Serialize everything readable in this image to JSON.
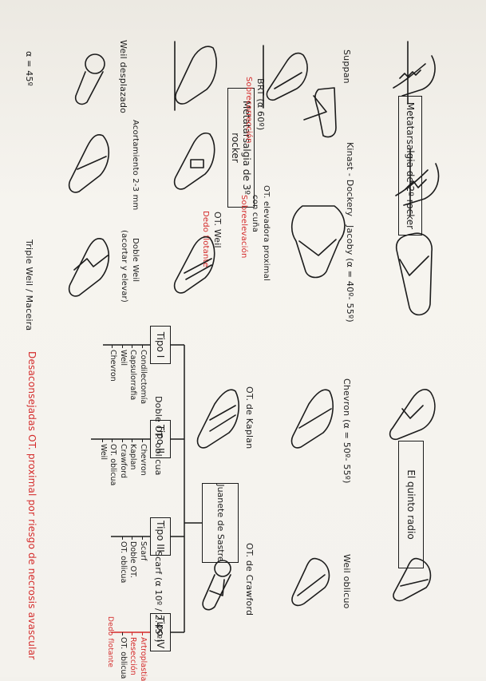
{
  "titles": {
    "second_rocker": "Metatarsalgia de 2º rocker",
    "third_rocker": "Metatarsalgia de 3º rocker",
    "fifth_ray": "El quinto radio",
    "sastre": "Juanete de Sastre"
  },
  "second_rocker": {
    "suppan": "Suppan",
    "kinast": "Kinast - Dockery",
    "jacoby": "Jacoby (α = 40º- 55º)",
    "brt": "BRT (α 60º)",
    "brt_note": "Sobrecorrección",
    "elev": "OT. elevadora proximal",
    "elev_2": "con cuña",
    "elev_note": "Sobreelevación"
  },
  "third_rocker": {
    "weil_displaced": "Weil desplazado",
    "weil": "OT. Weil",
    "weil_note": "Dedo flotante",
    "shortening": "Acortamiento 2-3 mm",
    "double_weil": "Doble Weil",
    "double_weil_2": "(acortar y elevar)",
    "alpha": "α = 45º",
    "triple_weil": "Triple Weil / Maceira"
  },
  "fifth_ray": {
    "chevron": "Chevron (α = 50º- 55º)",
    "weil_oblique": "Weil oblicuo",
    "kaplan": "OT. de Kaplan",
    "crawford": "OT. de Crawford",
    "double_oblique": "Doble OT. oblicua",
    "scarf": "Scarf (α 10º / 2.45º)"
  },
  "types": [
    {
      "label": "Tipo I",
      "items": [
        "Condilectomía",
        "Capsulorrafia",
        "Weil",
        "Chevron"
      ]
    },
    {
      "label": "Tipo II",
      "items": [
        "Chevron",
        "Kaplan",
        "Crawford",
        "OT. oblicua",
        "Weil"
      ]
    },
    {
      "label": "Tipo III",
      "items": [
        "Scarf",
        "Doble OT.",
        "OT. oblicua"
      ]
    },
    {
      "label": "Tipo IV",
      "items": [
        "Artroplastia",
        "Resección",
        "OT. oblicua"
      ],
      "red_items": [
        "Artroplastia",
        "Resección"
      ],
      "note": "Dedo flotante"
    }
  ],
  "footer_note": "Desaconsejadas OT. proximal por riesgo de necrosis avascular",
  "colors": {
    "ink": "#1c1c1c",
    "red": "#d42a2a",
    "paper": "#f3f1ec"
  }
}
